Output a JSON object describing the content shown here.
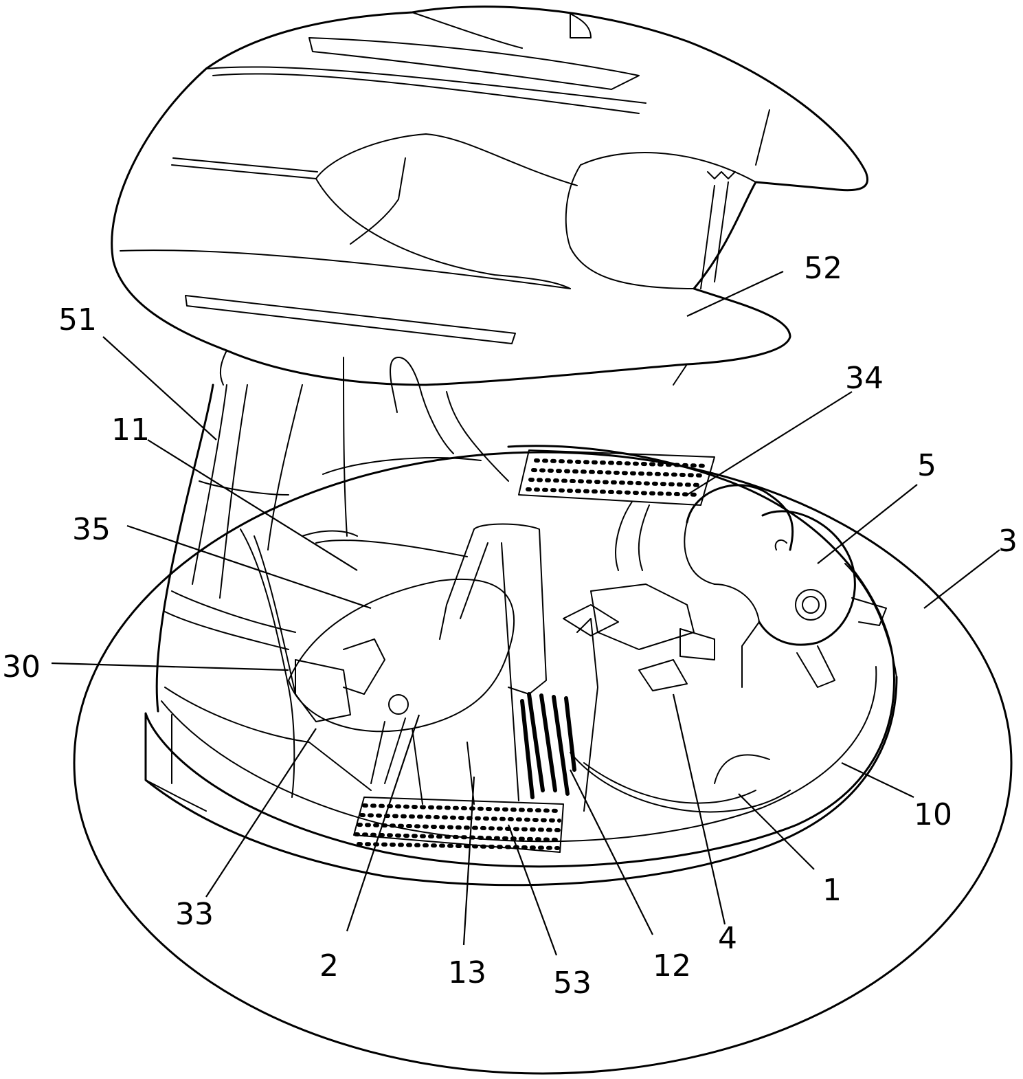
{
  "labels": {
    "l52": "52",
    "l51": "51",
    "l34": "34",
    "l11": "11",
    "l5": "5",
    "l3": "3",
    "l35": "35",
    "l30": "30",
    "l10": "10",
    "l1": "1",
    "l33": "33",
    "l4": "4",
    "l12": "12",
    "l2": "2",
    "l13": "13",
    "l53": "53"
  }
}
